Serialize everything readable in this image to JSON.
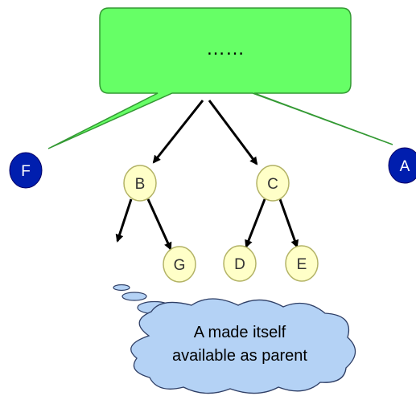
{
  "speech_bubble": {
    "label": "……",
    "fill": "#66ff66",
    "stroke": "#339933"
  },
  "nodes": {
    "F": {
      "label": "F",
      "fill": "#001eae",
      "text_color": "#ffffff"
    },
    "A": {
      "label": "A",
      "fill": "#001eae",
      "text_color": "#ffffff"
    },
    "B": {
      "label": "B",
      "fill": "#ffffc8",
      "text_color": "#333333"
    },
    "C": {
      "label": "C",
      "fill": "#ffffc8",
      "text_color": "#333333"
    },
    "G": {
      "label": "G",
      "fill": "#ffffc8",
      "text_color": "#333333"
    },
    "D": {
      "label": "D",
      "fill": "#ffffc8",
      "text_color": "#333333"
    },
    "E": {
      "label": "E",
      "fill": "#ffffc8",
      "text_color": "#333333"
    }
  },
  "cloud": {
    "line1": "A made itself",
    "line2": "available as parent",
    "fill": "#b4d2f5",
    "stroke": "#2f3f66"
  }
}
